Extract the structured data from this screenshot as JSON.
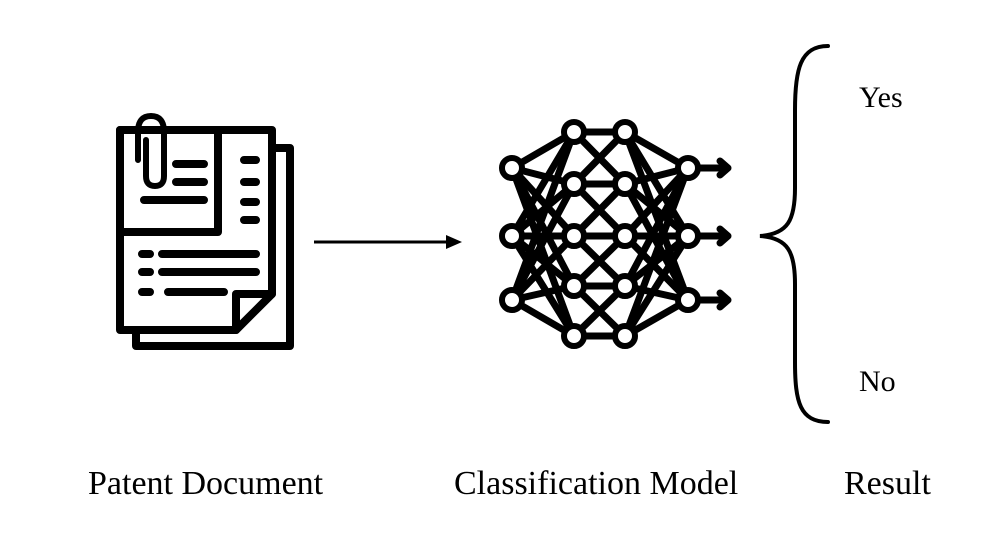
{
  "labels": {
    "patent_document": "Patent Document",
    "classification_model": "Classification Model",
    "result": "Result"
  },
  "outcomes": {
    "yes": "Yes",
    "no": "No"
  },
  "icons": {
    "document": "patent-document-icon",
    "model": "neural-network-icon",
    "flow": "arrow-right-icon",
    "brace": "left-curly-brace-icon"
  },
  "colors": {
    "ink": "#000000",
    "background": "#ffffff"
  }
}
